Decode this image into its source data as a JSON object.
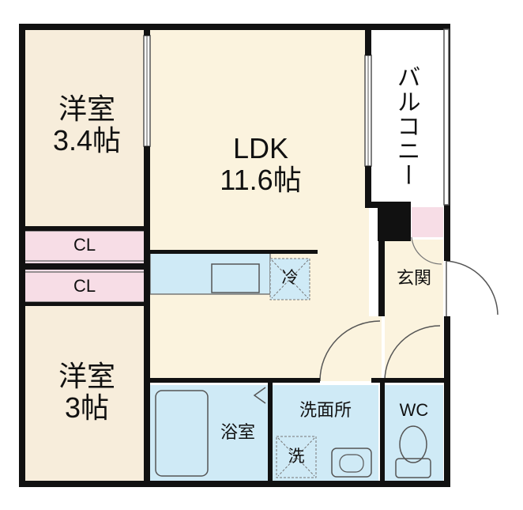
{
  "colors": {
    "wall": "#111111",
    "room_floor": "#f7eddb",
    "ldk_floor": "#fbf3de",
    "closet": "#f7dde6",
    "wet_area": "#cfeaf6",
    "outline": "#555555"
  },
  "rooms": {
    "western_1": {
      "name": "洋室",
      "size": "3.4帖"
    },
    "ldk": {
      "name": "LDK",
      "size": "11.6帖"
    },
    "balcony": {
      "name": "バルコニー"
    },
    "closet_1": {
      "name": "CL"
    },
    "closet_2": {
      "name": "CL"
    },
    "fridge": {
      "name": "冷"
    },
    "entrance": {
      "name": "玄関"
    },
    "western_2": {
      "name": "洋室",
      "size": "3帖"
    },
    "bath": {
      "name": "浴室"
    },
    "washroom": {
      "name": "洗面所"
    },
    "washer": {
      "name": "洗"
    },
    "toilet": {
      "name": "WC"
    }
  }
}
